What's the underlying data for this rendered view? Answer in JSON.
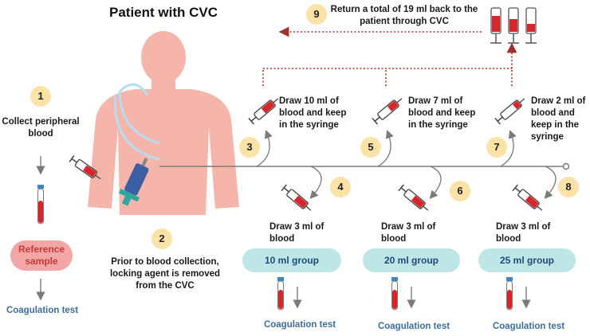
{
  "title": "Patient with CVC",
  "return_text": "Return a total of 19 ml back to the patient through CVC",
  "steps": {
    "s1": {
      "num": "1",
      "text": "Collect peripheral blood"
    },
    "s2": {
      "num": "2",
      "text": "Prior to blood collection, locking agent is removed from the CVC"
    },
    "s3": {
      "num": "3",
      "text": "Draw 10 ml of blood and keep in the syringe"
    },
    "s4": {
      "num": "4",
      "text": "Draw 3 ml of blood"
    },
    "s5": {
      "num": "5",
      "text": "Draw 7 ml of blood and keep in the syringe"
    },
    "s6": {
      "num": "6",
      "text": "Draw 3 ml of blood"
    },
    "s7": {
      "num": "7",
      "text": "Draw 2 ml of blood and keep in the syringe"
    },
    "s8": {
      "num": "8",
      "text": "Draw 3 ml of blood"
    },
    "s9": {
      "num": "9"
    }
  },
  "reference_sample": "Reference sample",
  "groups": [
    "10 ml group",
    "20 ml group",
    "25 ml group"
  ],
  "coag": "Coagulation test",
  "colors": {
    "body": "#f6b5aa",
    "badge": "#fbe3a8",
    "pill": "#bfe6e7",
    "blood": "#d8242b",
    "arrow_red": "#a33030"
  }
}
